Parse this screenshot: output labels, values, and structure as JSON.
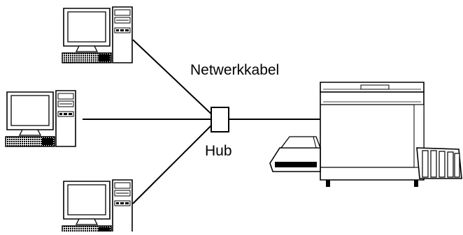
{
  "labels": {
    "network_cable": "Netwerkkabel",
    "hub": "Hub"
  },
  "colors": {
    "line": "#000000",
    "background": "#ffffff"
  },
  "nodes": {
    "computers": [
      "computer-top",
      "computer-middle",
      "computer-bottom"
    ],
    "hub_icon": "hub-box",
    "printer_icon": "printer"
  }
}
